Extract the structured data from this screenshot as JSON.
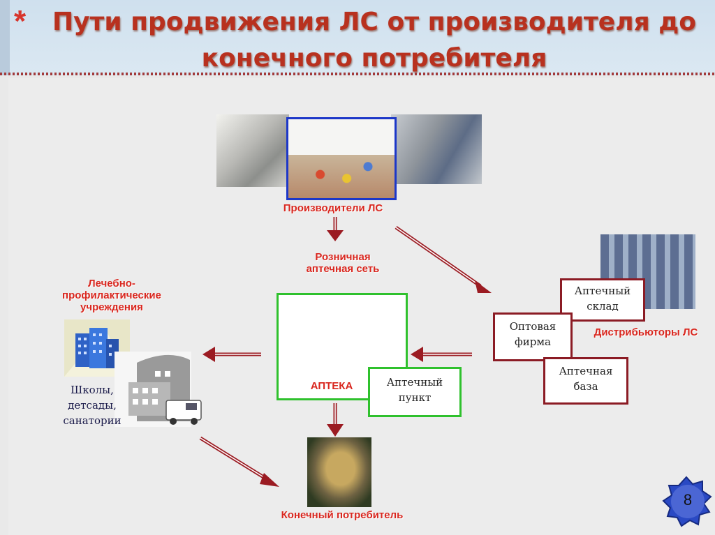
{
  "header": {
    "star": "*",
    "title": "Пути продвижения ЛС от производителя до конечного потребителя"
  },
  "labels": {
    "manufacturers": "Производители ЛС",
    "retail": "Розничная аптечная сеть",
    "lpu": "Лечебно-профилактические учреждения",
    "distributors": "Дистрибьюторы ЛС",
    "pharmacy": "АПТЕКА",
    "consumer": "Конечный потребитель"
  },
  "boxes": {
    "warehouse": "Аптечный склад",
    "wholesale": "Оптовая фирма",
    "base": "Аптечная база",
    "point": "Аптечный пункт"
  },
  "schools": "Школы, детсады, санатории",
  "page_number": "8",
  "colors": {
    "title": "#b8311f",
    "label_red": "#d9271f",
    "box_border": "#8b1b24",
    "green": "#2fc12d",
    "badge": "#2a49c4",
    "arrow": "#9b1b22"
  },
  "icons": [
    "building-icon",
    "hospital-ambulance-icon",
    "pharmacy-cross-icon",
    "photo-icons"
  ]
}
